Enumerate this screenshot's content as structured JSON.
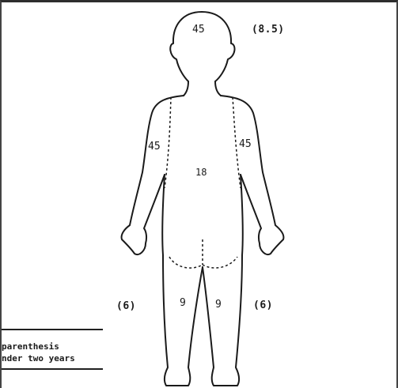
{
  "regions": {
    "head": "45",
    "head_paren": "(8.5)",
    "left_arm": "45",
    "right_arm": "45",
    "trunk": "18",
    "left_leg": "9",
    "right_leg": "9",
    "left_leg_paren": "(6)",
    "right_leg_paren": "(6)"
  },
  "legend": {
    "line1": "parenthesis",
    "line2": "nder two years"
  }
}
